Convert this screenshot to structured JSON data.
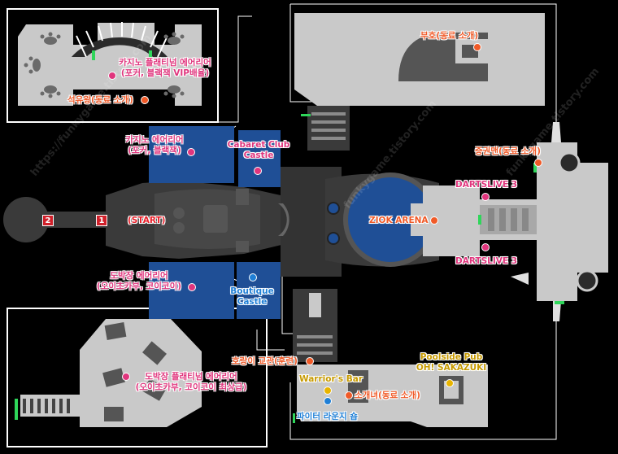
{
  "colors": {
    "pink_marker": "#e0357d",
    "orange_marker": "#f05a28",
    "yellow_marker": "#e8b400",
    "blue_marker": "#1f7fd6",
    "blue_area": "#1f4f96",
    "floor": "#c9c9c9",
    "corridor": "#3a3a3a",
    "door": "#2fd65a"
  },
  "markers": {
    "start_badge_1": "1",
    "start_badge_2": "2",
    "start_label": "(START)"
  },
  "areas": {
    "casino_platinum": {
      "line1": "카지노 플래티넘 에어리어",
      "line2": "(포커, 블랙잭 VIP배율)"
    },
    "seokyuwang": {
      "label": "석유왕(동료 소개)"
    },
    "casino_area": {
      "line1": "카지노 에어리어",
      "line2": "(포커, 블랙잭)"
    },
    "cabaret": {
      "line1": "Cabaret Club",
      "line2": "Castle"
    },
    "buho": {
      "label": "부호(동료 소개)"
    },
    "jeunggwonman": {
      "label": "증권맨(동료 소개)"
    },
    "darts_top": {
      "label": "DARTSLIVE 3"
    },
    "ziok_arena": {
      "label": "ZIOK ARENA"
    },
    "darts_bottom": {
      "label": "DARTSLIVE 3"
    },
    "gambling_area": {
      "line1": "도박장 에어리어",
      "line2": "(오이초카부, 코이코이)"
    },
    "boutique": {
      "line1": "Boutique",
      "line2": "Castle"
    },
    "gambling_platinum": {
      "line1": "도박장 플래티넘 에어리어",
      "line2": "(오이초카부, 코이코이 최상급)"
    },
    "tiger_exchange": {
      "label": "호랑이 교관(훈련)"
    },
    "poolside": {
      "line1": "Poolside Pub",
      "line2": "OH! SAKAZUKI"
    },
    "warriors_bar": {
      "label": "Warrior's Bar"
    },
    "sogaenyeo": {
      "label": "소개녀(동료 소개)"
    },
    "fighter_lounge": {
      "label": "파이터 라운지 숍"
    }
  }
}
